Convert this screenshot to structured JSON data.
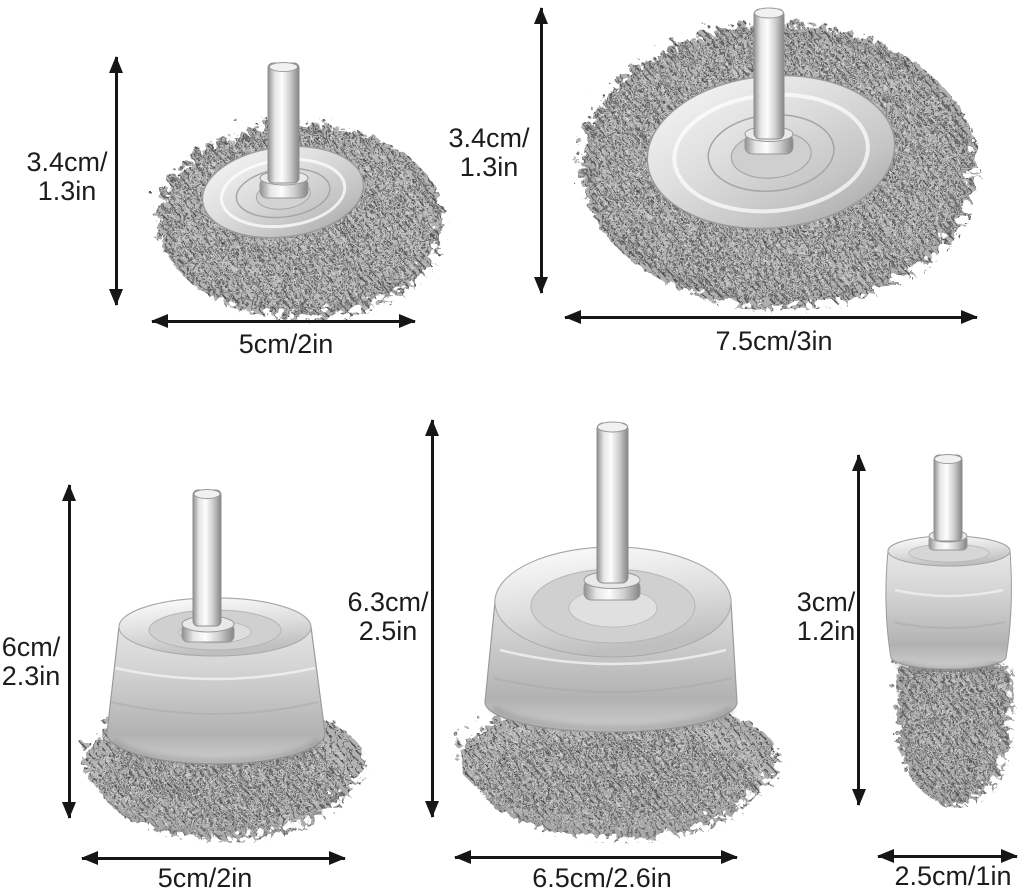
{
  "figure": {
    "background_color": "#ffffff",
    "arrow_color": "#161616",
    "text_color": "#1c1c1c"
  },
  "brushes": [
    {
      "id": "flat-wheel-brush-small",
      "height_label": "3.4cm/\n1.3in",
      "width_label": "5cm/2in"
    },
    {
      "id": "flat-wheel-brush-large",
      "height_label": "3.4cm/\n1.3in",
      "width_label": "7.5cm/3in"
    },
    {
      "id": "cup-brush-small",
      "height_label": "6cm/\n2.3in",
      "width_label": "5cm/2in"
    },
    {
      "id": "cup-brush-large",
      "height_label": "6.3cm/\n2.5in",
      "width_label": "6.5cm/2.6in"
    },
    {
      "id": "end-brush",
      "height_label": "3cm/\n1.2in",
      "width_label": "2.5cm/1in"
    }
  ]
}
